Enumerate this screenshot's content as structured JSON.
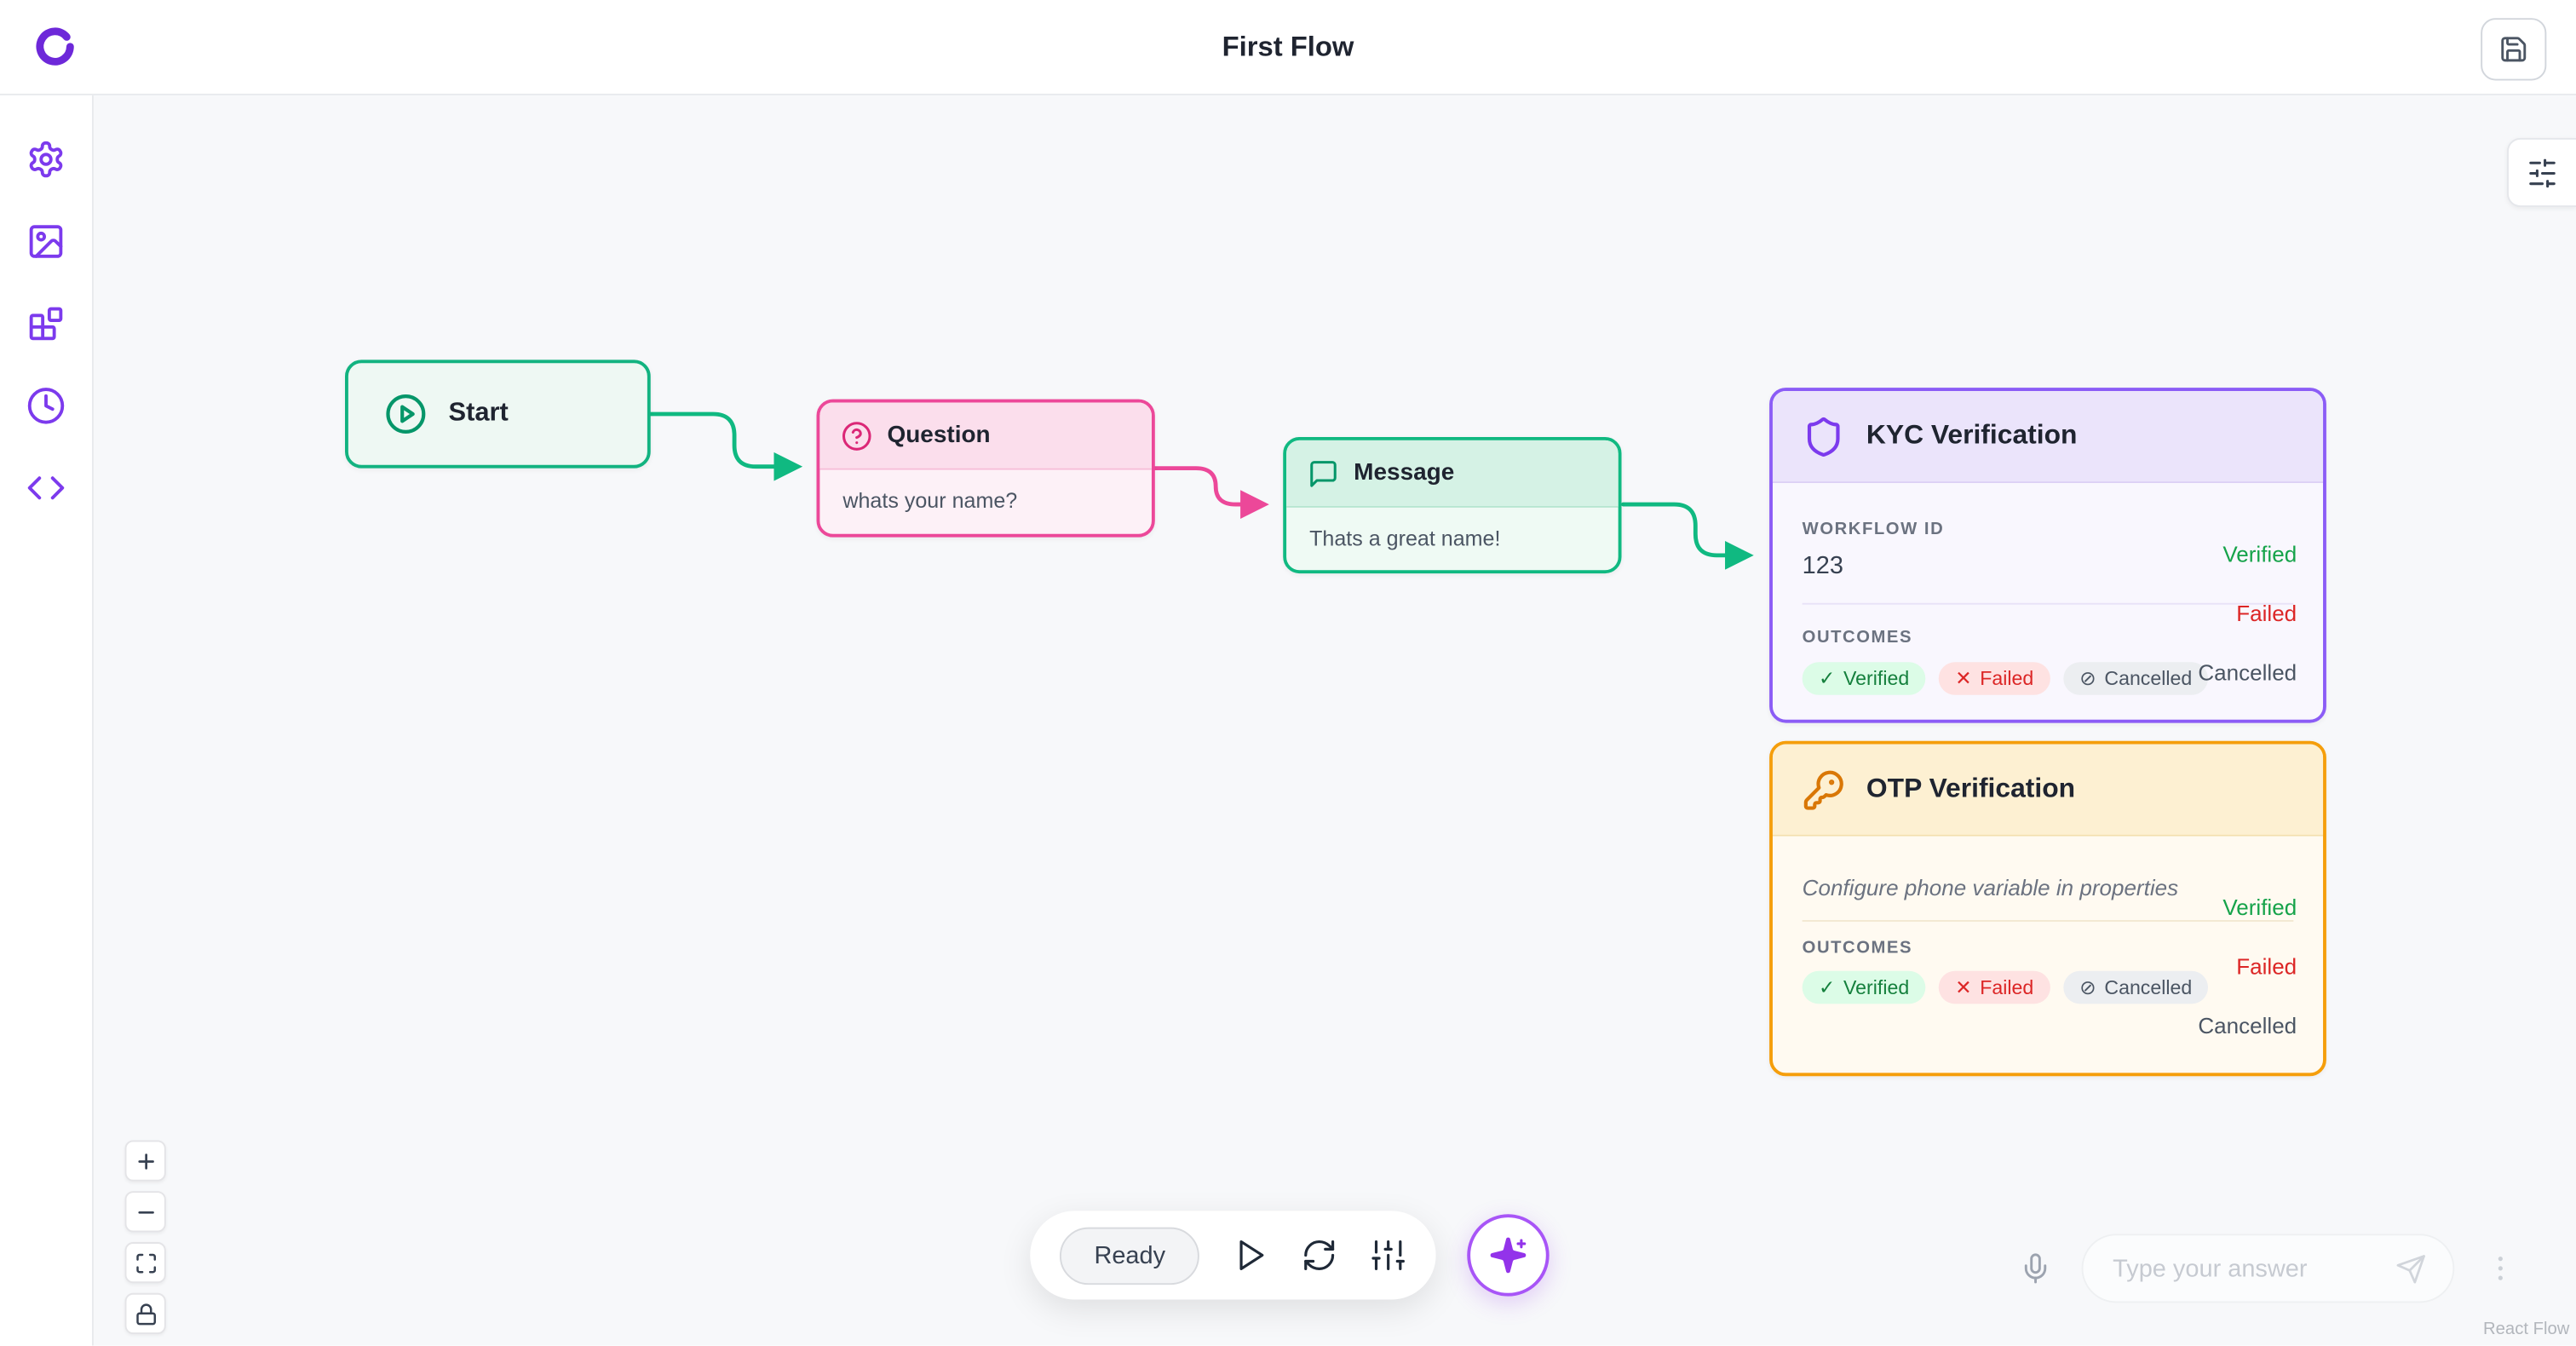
{
  "header": {
    "title": "First Flow"
  },
  "sidebar": {
    "items": [
      {
        "name": "settings",
        "icon": "gear-icon"
      },
      {
        "name": "media",
        "icon": "image-icon"
      },
      {
        "name": "components",
        "icon": "blocks-icon"
      },
      {
        "name": "history",
        "icon": "clock-icon"
      },
      {
        "name": "code",
        "icon": "code-icon"
      }
    ]
  },
  "flow": {
    "nodes": {
      "start": {
        "title": "Start"
      },
      "question": {
        "title": "Question",
        "body": "whats your name?"
      },
      "message": {
        "title": "Message",
        "body": "Thats a great name!"
      },
      "kyc": {
        "title": "KYC Verification",
        "workflow_id_label": "WORKFLOW ID",
        "workflow_id_value": "123",
        "outcomes_label": "OUTCOMES",
        "badges": [
          {
            "icon": "✓",
            "label": "Verified"
          },
          {
            "icon": "✕",
            "label": "Failed"
          },
          {
            "icon": "⊘",
            "label": "Cancelled"
          }
        ],
        "outputs": [
          "Verified",
          "Failed",
          "Cancelled"
        ]
      },
      "otp": {
        "title": "OTP Verification",
        "hint": "Configure phone variable in properties",
        "outcomes_label": "OUTCOMES",
        "badges": [
          {
            "icon": "✓",
            "label": "Verified"
          },
          {
            "icon": "✕",
            "label": "Failed"
          },
          {
            "icon": "⊘",
            "label": "Cancelled"
          }
        ],
        "outputs": [
          "Verified",
          "Failed",
          "Cancelled"
        ]
      }
    }
  },
  "toolbar": {
    "status": "Ready"
  },
  "chat": {
    "placeholder": "Type your answer"
  },
  "attribution": "React Flow",
  "colors": {
    "accent_purple": "#7c3aed",
    "edge_green": "#10b981",
    "edge_pink": "#ec4899",
    "node_purple": "#8b5cf6",
    "node_orange": "#f59e0b",
    "status_verified": "#16a34a",
    "status_failed": "#dc2626",
    "status_cancelled": "#4b5563"
  }
}
